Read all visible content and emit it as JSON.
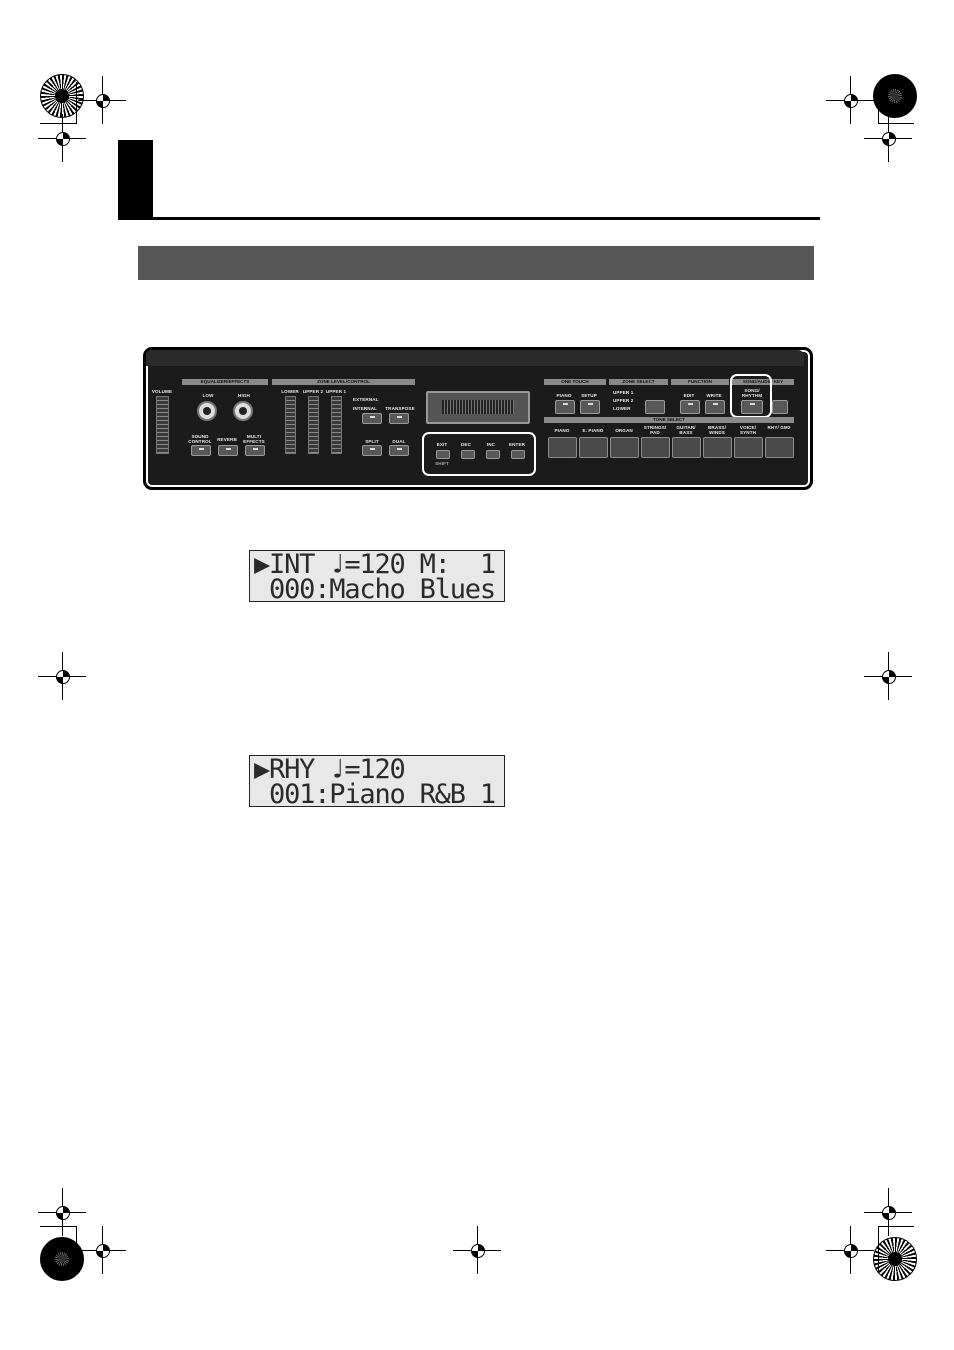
{
  "panel": {
    "volume": "VOLUME",
    "eq_header": "EQUALIZER/EFFECTS",
    "low": "LOW",
    "high": "HIGH",
    "sound_control": "SOUND CONTROL",
    "reverb": "REVERB",
    "multi_effects": "MULTI EFFECTS",
    "zone_header": "ZONE LEVEL/CONTROL",
    "lower": "LOWER",
    "upper2": "UPPER 2",
    "upper1": "UPPER 1",
    "external": "EXTERNAL",
    "internal": "INTERNAL",
    "transpose": "TRANSPOSE",
    "split": "SPLIT",
    "dual": "DUAL",
    "exit": "EXIT",
    "dec": "DEC",
    "inc": "INC",
    "enter": "ENTER",
    "shift": "SHIFT",
    "one_touch_header": "ONE TOUCH",
    "piano_ot": "PIANO",
    "setup": "SETUP",
    "zone_select_header": "ZONE SELECT",
    "zs_upper1": "UPPER 1",
    "zs_upper2": "UPPER 2",
    "zs_lower": "LOWER",
    "function_header": "FUNCTION",
    "edit": "EDIT",
    "write": "WRITE",
    "song_header": "SONG/AUDIO KEY",
    "song_rhythm": "SONG/ RHYTHM",
    "tone_select_header": "TONE SELECT",
    "tones": [
      "PIANO",
      "E. PIANO",
      "ORGAN",
      "STRINGS/ PAD",
      "GUITAR/ BASS",
      "BRASS/ WINDS",
      "VOICE/ SYNTH",
      "RHY/ GM2"
    ]
  },
  "lcd1": {
    "line1": "▶INT ♩=120 M:  1",
    "line2": " 000:Macho Blues"
  },
  "lcd2": {
    "line1": "▶RHY ♩=120",
    "line2": " 001:Piano R&B 1"
  }
}
